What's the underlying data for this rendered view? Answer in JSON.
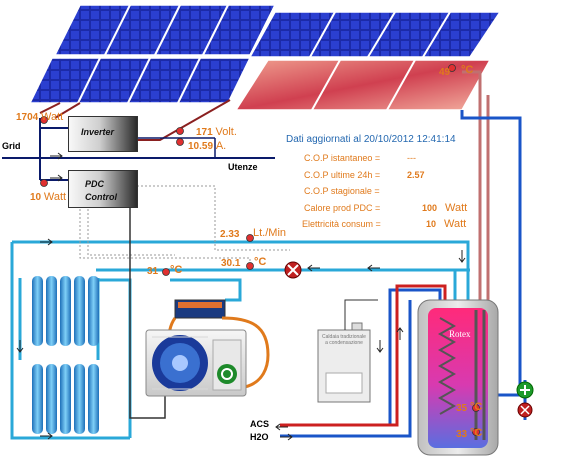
{
  "power": {
    "grid_label": "Grid",
    "utenze_label": "Utenze",
    "pv_watt": "1704",
    "pv_unit": "Watt",
    "pdc_watt": "10",
    "pdc_unit": "Watt",
    "volt_value": "171",
    "volt_unit": "Volt.",
    "amp_value": "10.59",
    "amp_unit": "A."
  },
  "boxes": {
    "inverter": "Inverter",
    "pdc_line1": "PDC",
    "pdc_line2": "Control"
  },
  "info": {
    "updated": "Dati aggiornati al 20/10/2012 12:41:14",
    "rows": [
      {
        "label": "C.O.P istantaneo =",
        "value": "---",
        "unit": ""
      },
      {
        "label": "C.O.P ultime 24h =",
        "value": "2.57",
        "unit": ""
      },
      {
        "label": "C.O.P stagionale =",
        "value": "",
        "unit": ""
      },
      {
        "label": "Calore prod PDC =",
        "value": "100",
        "unit": "Watt"
      },
      {
        "label": "Elettricità consum =",
        "value": "10",
        "unit": "Watt"
      }
    ]
  },
  "hydraulics": {
    "flow_value": "2.33",
    "flow_unit": "Lt./Min",
    "temp_collector": "49",
    "temp_return": "30.1",
    "temp_radiators": "31",
    "temp_unit": "°C",
    "temp_tank_top": "35",
    "temp_tank_bottom": "33"
  },
  "tank": {
    "brand": "Rotex",
    "acs_label": "ACS",
    "h2o_label": "H2O"
  },
  "boiler_label": "Caldaia tradizionale a condensazione",
  "colors": {
    "pipe_hot": "#cc2020",
    "pipe_cold": "#1a55c8",
    "pipe_warm": "#2aa8d8",
    "label_orange": "#e07a1c",
    "label_blue": "#2468b0"
  },
  "icons": [
    "solar-panel-icon",
    "thermal-collector-icon",
    "heat-pump-icon",
    "radiator-icon",
    "pump-icon",
    "valve-icon",
    "boiler-icon",
    "storage-tank-icon"
  ]
}
